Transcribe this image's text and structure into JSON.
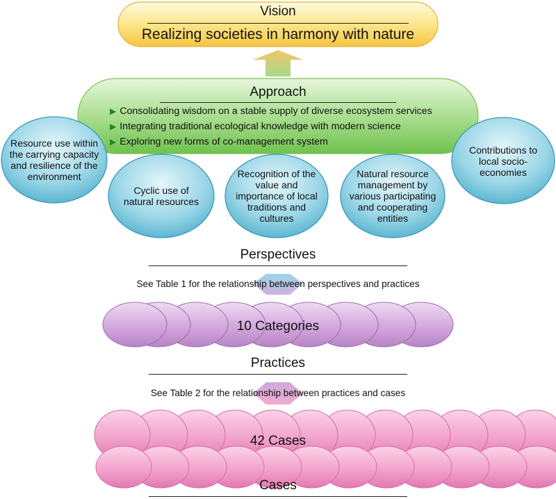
{
  "vision": {
    "title": "Vision",
    "statement": "Realizing societies in harmony with nature"
  },
  "approach": {
    "title": "Approach",
    "bullets": [
      "Consolidating wisdom on a stable supply of diverse ecosystem services",
      "Integrating traditional ecological knowledge with modern science",
      "Exploring new forms of co-management system"
    ]
  },
  "perspectives": {
    "items": [
      "Resource use within the carrying capacity and resilience of the environment",
      "Cyclic use of natural resources",
      "Recognition of the value and importance of local traditions and cultures",
      "Natural resource management by various participating and cooperating entities",
      "Contributions to local socio-economies"
    ],
    "label": "Perspectives",
    "note": "See Table 1 for the relationship between perspectives and practices"
  },
  "practices": {
    "count_label": "10 Categories",
    "label": "Practices",
    "note": "See Table 2 for the relationship between practices and cases"
  },
  "cases": {
    "count_label": "42 Cases",
    "label": "Cases"
  },
  "colors": {
    "vision_fill": "#fde68a",
    "approach_fill": "#a5dc8a",
    "perspective_fill": "#7ec8dc",
    "category_fill": "#d2a8dc",
    "case_fill": "#f2a4cc",
    "arrow_up": "#f2c56a",
    "bullet_triangle": "#1f8c1f"
  }
}
